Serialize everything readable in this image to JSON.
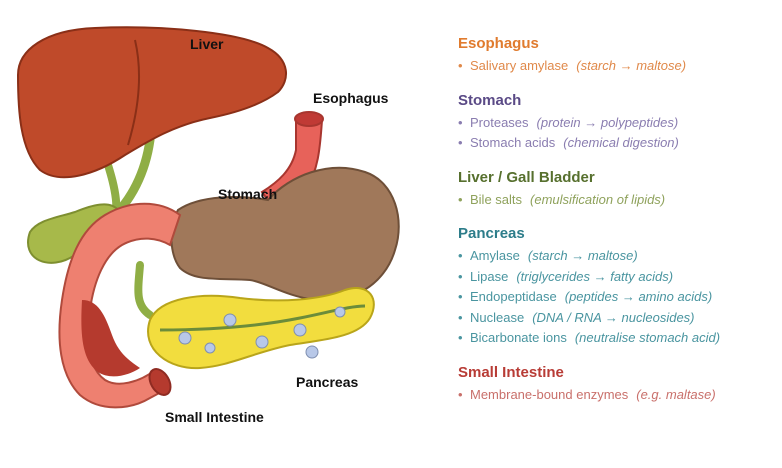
{
  "organs": {
    "liver": "Liver",
    "esophagus": "Esophagus",
    "stomach": "Stomach",
    "pancreas": "Pancreas",
    "small_intestine": "Small Intestine"
  },
  "colors": {
    "esophagus": "#e07b2e",
    "stomach": "#5a4a86",
    "liver": "#57702e",
    "pancreas": "#2d7d8a",
    "small_intestine": "#b83c36",
    "esophagus_item": "#e0894a",
    "stomach_item": "#8a7db0",
    "liver_item": "#8fa25c",
    "pancreas_item": "#4a95a0",
    "small_intestine_item": "#c9706b"
  },
  "legend": [
    {
      "title": "Esophagus",
      "items": [
        {
          "name": "Salivary amylase",
          "detail": "(starch → maltose)"
        }
      ]
    },
    {
      "title": "Stomach",
      "items": [
        {
          "name": "Proteases",
          "detail": "(protein → polypeptides)"
        },
        {
          "name": "Stomach acids",
          "detail": "(chemical digestion)"
        }
      ]
    },
    {
      "title": "Liver / Gall Bladder",
      "items": [
        {
          "name": "Bile salts",
          "detail": "(emulsification of lipids)"
        }
      ]
    },
    {
      "title": "Pancreas",
      "items": [
        {
          "name": "Amylase",
          "detail": "(starch → maltose)"
        },
        {
          "name": "Lipase",
          "detail": "(triglycerides → fatty acids)"
        },
        {
          "name": "Endopeptidase",
          "detail": "(peptides → amino acids)"
        },
        {
          "name": "Nuclease",
          "detail": "(DNA / RNA → nucleosides)"
        },
        {
          "name": "Bicarbonate ions",
          "detail": "(neutralise stomach acid)"
        }
      ]
    },
    {
      "title": "Small Intestine",
      "items": [
        {
          "name": "Membrane-bound enzymes",
          "detail": "(e.g. maltase)"
        }
      ]
    }
  ]
}
